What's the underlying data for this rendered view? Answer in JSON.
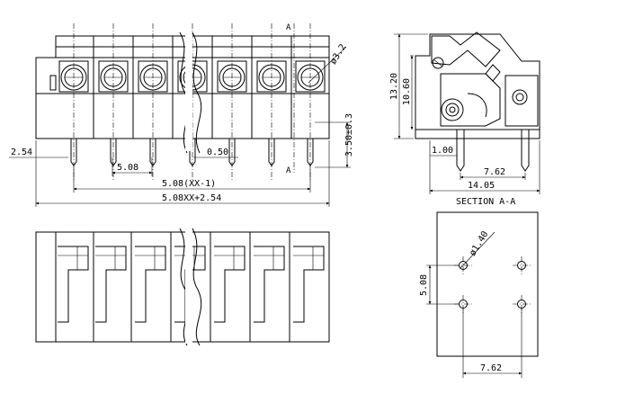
{
  "front_view": {
    "dim_pitch": "5.08",
    "dim_pin": "0.50",
    "dim_offset": "2.54",
    "dim_span": "5.08(XX-1)",
    "dim_total": "5.08XX+2.54",
    "dim_hole": "ø3.2",
    "dim_pin_len": "3.50±0.3",
    "section_marker": "A"
  },
  "section_view": {
    "dim_height": "13.20",
    "dim_body_height": "10.60",
    "dim_pin_offset": "1.00",
    "dim_pin_spacing": "7.62",
    "dim_width": "14.05",
    "caption": "SECTION A-A"
  },
  "pcb_layout": {
    "dim_hole": "ø1.40",
    "dim_vertical": "5.08",
    "dim_horizontal": "7.62"
  }
}
